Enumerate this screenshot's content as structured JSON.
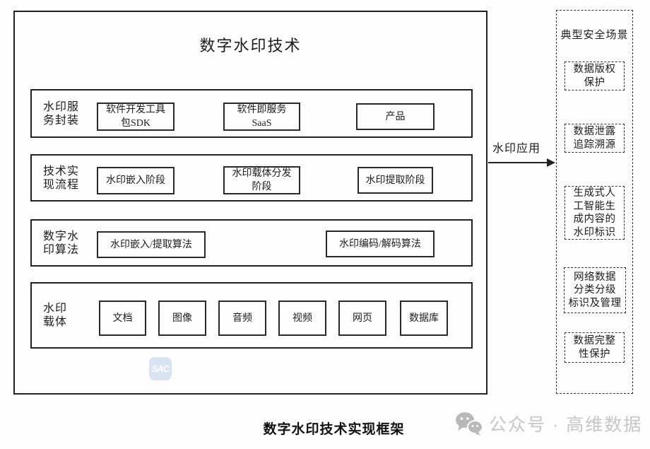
{
  "main": {
    "title": "数字水印技术",
    "rows": [
      {
        "label": "水印服\n务封装",
        "items": [
          {
            "text": "软件开发工具\n包SDK"
          },
          {
            "text": "软件即服务\nSaaS"
          },
          {
            "text": "产品"
          }
        ]
      },
      {
        "label": "技术实\n现流程",
        "items": [
          {
            "text": "水印嵌入阶段"
          },
          {
            "text": "水印载体分发\n阶段"
          },
          {
            "text": "水印提取阶段"
          }
        ]
      },
      {
        "label": "数字水\n印算法",
        "items": [
          {
            "text": "水印嵌入/提取算法"
          },
          {
            "text": "水印编码/解码算法"
          }
        ]
      },
      {
        "label": "水印\n载体",
        "items": [
          {
            "text": "文档"
          },
          {
            "text": "图像"
          },
          {
            "text": "音频"
          },
          {
            "text": "视频"
          },
          {
            "text": "网页"
          },
          {
            "text": "数据库"
          }
        ]
      }
    ],
    "watermark_logo": "SAC"
  },
  "arrow": {
    "label": "水印应用"
  },
  "scenarios": {
    "title": "典型安全场景",
    "items": [
      "数据版权\n保护",
      "数据泄露\n追踪溯源",
      "生成式人\n工智能生\n成内容的\n水印标识",
      "网络数据\n分类分级\n标识及管理",
      "数据完整\n性保护"
    ]
  },
  "caption": "数字水印技术实现框架",
  "branding": {
    "icon": "wechat-icon",
    "text": "公众号 · 高维数据"
  },
  "colors": {
    "line": "#222222",
    "caption": "#111111",
    "branding_text": "#c6c6c6",
    "branding_icon": "#b9b9b9",
    "sac_watermark": "#adc4e2"
  }
}
